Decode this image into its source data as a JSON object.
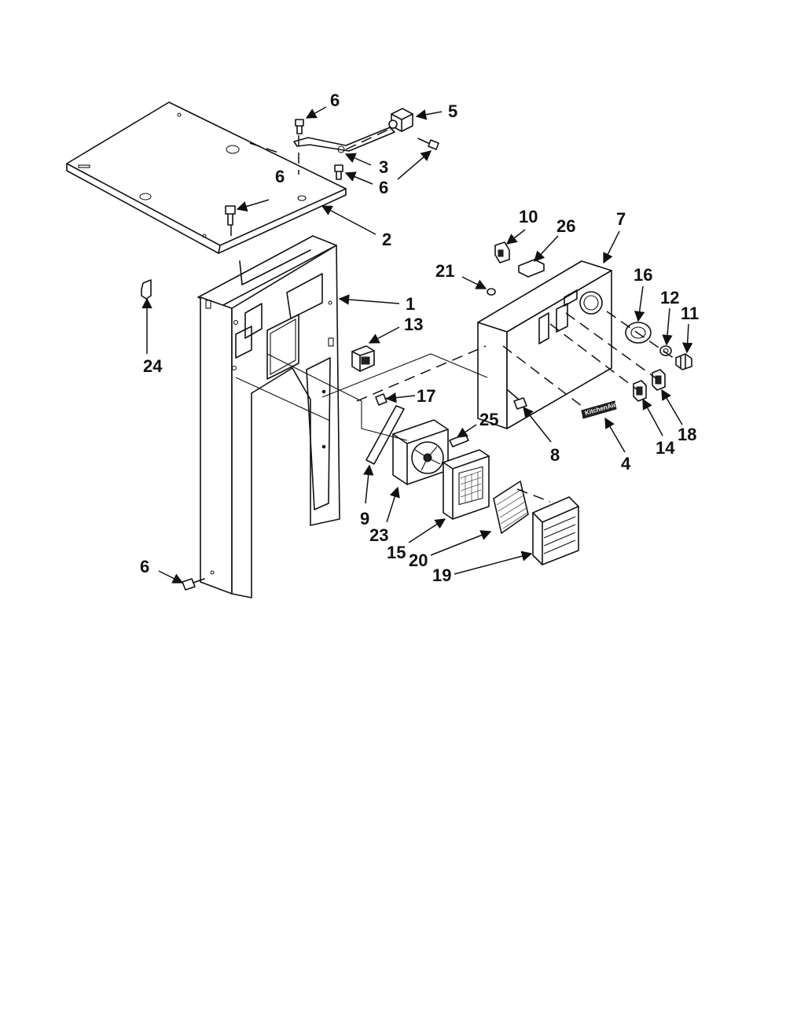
{
  "callouts": {
    "c1": "1",
    "c2": "2",
    "c3": "3",
    "c4": "4",
    "c5": "5",
    "c6a": "6",
    "c6b": "6",
    "c6c": "6",
    "c6d": "6",
    "c7": "7",
    "c8": "8",
    "c9": "9",
    "c10": "10",
    "c11": "11",
    "c12": "12",
    "c13": "13",
    "c14": "14",
    "c15": "15",
    "c16": "16",
    "c17": "17",
    "c18": "18",
    "c19": "19",
    "c20": "20",
    "c21": "21",
    "c23": "23",
    "c24": "24",
    "c25": "25",
    "c26": "26"
  },
  "nameplate": {
    "text": "KitchenAid"
  }
}
